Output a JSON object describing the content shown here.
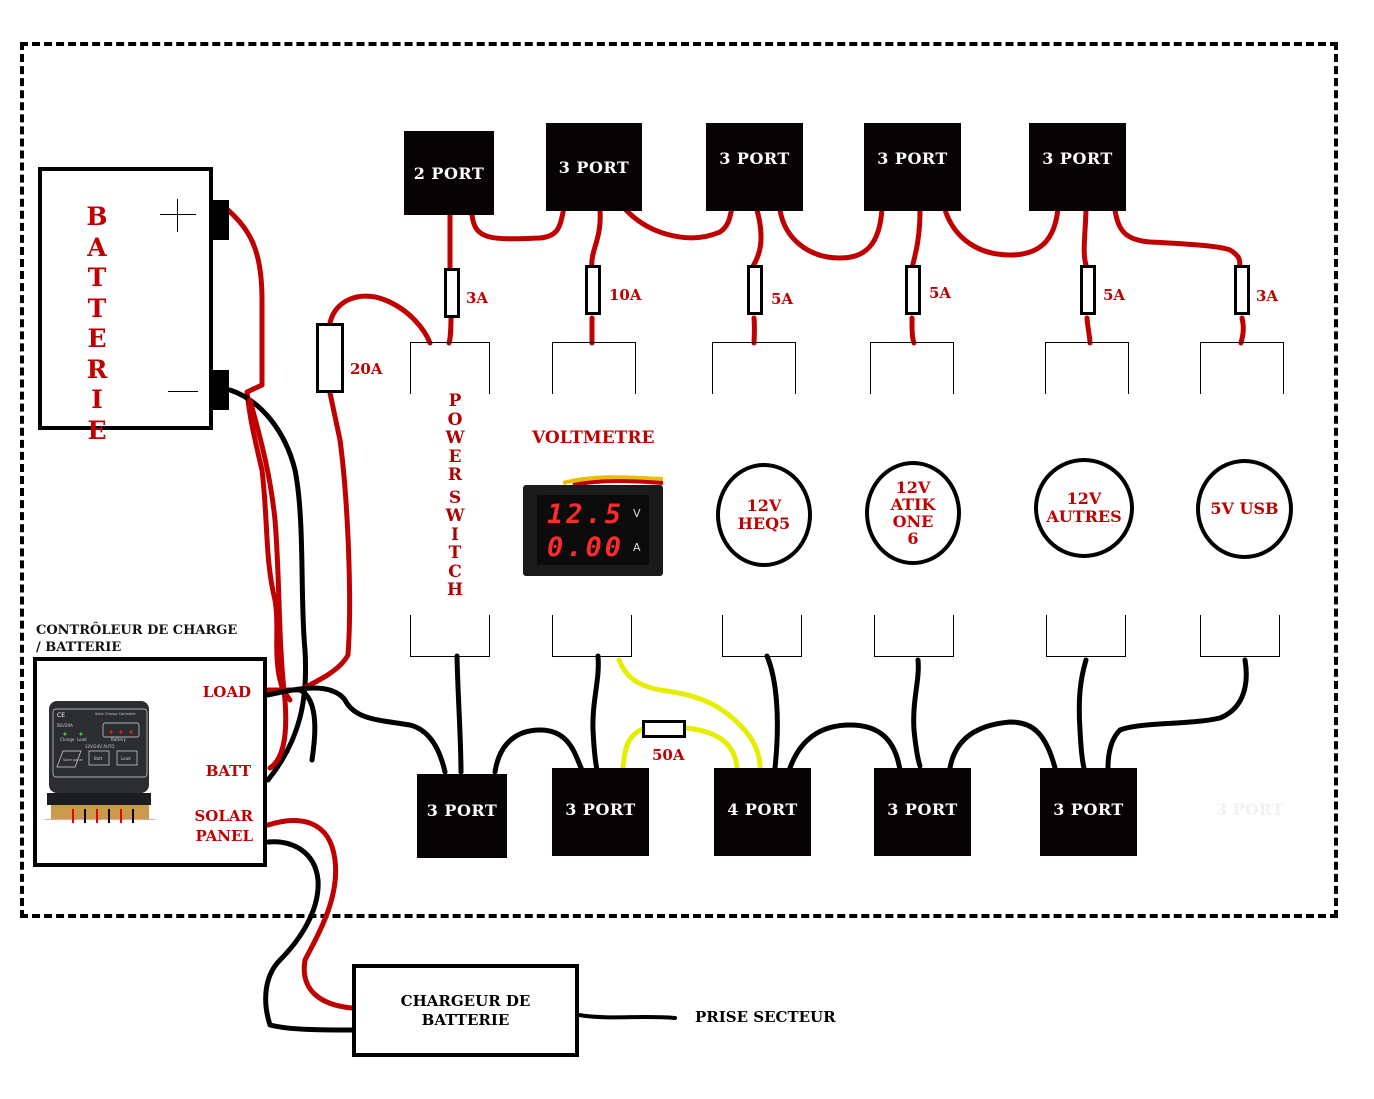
{
  "battery": {
    "label": "BATTERIE",
    "letters": [
      "B",
      "A",
      "T",
      "T",
      "E",
      "R",
      "I",
      "E"
    ],
    "plus_symbol": "+",
    "minus_symbol": "—"
  },
  "main_fuse": {
    "label": "20A"
  },
  "top_hubs": [
    {
      "label": "2 PORT"
    },
    {
      "label": "3 PORT"
    },
    {
      "label": "3 PORT"
    },
    {
      "label": "3 PORT"
    },
    {
      "label": "3 PORT"
    }
  ],
  "branch_fuses": [
    {
      "label": "3A"
    },
    {
      "label": "10A"
    },
    {
      "label": "5A"
    },
    {
      "label": "5A"
    },
    {
      "label": "5A"
    },
    {
      "label": "3A"
    }
  ],
  "power_switch": {
    "label": "POWER SWITCH",
    "letters": [
      "P",
      "O",
      "W",
      "E",
      "R",
      "",
      "S",
      "W",
      "I",
      "T",
      "C",
      "H"
    ]
  },
  "voltmeter": {
    "title": "VOLTMETRE",
    "voltage": "12.5",
    "voltage_unit": "V",
    "current": "0.00",
    "current_unit": "A"
  },
  "outlets": [
    {
      "lines": [
        "12V",
        "HEQ5"
      ]
    },
    {
      "lines": [
        "12V",
        "ATIK",
        "ONE",
        "6"
      ]
    },
    {
      "lines": [
        "12V",
        "AUTRES"
      ]
    },
    {
      "lines": [
        "5V USB"
      ]
    }
  ],
  "bottom_hubs": [
    {
      "label": "3 PORT"
    },
    {
      "label": "3 PORT"
    },
    {
      "label": "4 PORT"
    },
    {
      "label": "3 PORT"
    },
    {
      "label": "3 PORT"
    }
  ],
  "ground_fuse": {
    "label": "50A"
  },
  "ghost_hub": {
    "label": "3 PORT"
  },
  "controller": {
    "title_line1": "CONTRÔLEUR DE CHARGE",
    "title_line2": "/ BATTERIE",
    "load_label": "LOAD",
    "batt_label": "BATT",
    "solar_label_line1": "SOLAR",
    "solar_label_line2": "PANEL",
    "device_text": {
      "ce": "CE",
      "model": "BSV20A",
      "brand": "Solar Charge Controller",
      "charge": "Charge",
      "load": "Load",
      "battery": "Battery",
      "voltage": "12V/24V AUTO",
      "solar": "Solar panel",
      "batt": "Batt",
      "load_term": "Load"
    }
  },
  "charger": {
    "line1": "CHARGEUR DE",
    "line2": "BATTERIE"
  },
  "mains": {
    "label": "PRISE SECTEUR"
  },
  "colors": {
    "positive_wire": "#c00000",
    "negative_wire": "#000000",
    "ground_bus_wire": "#e6ee00",
    "label_red": "#c00000"
  }
}
